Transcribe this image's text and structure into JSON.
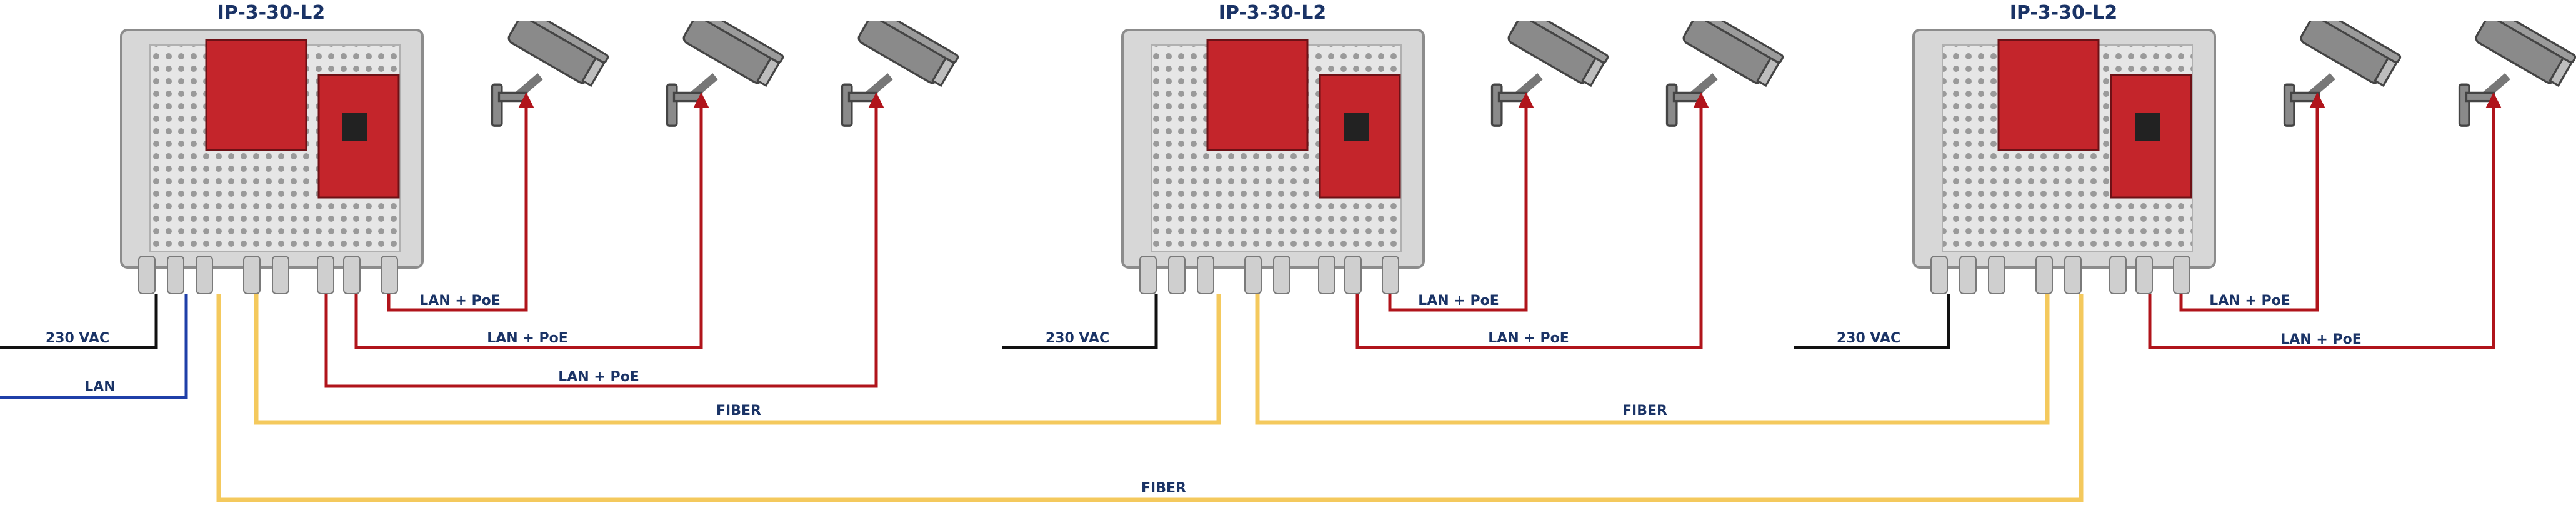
{
  "diagram": {
    "colors": {
      "power": "#111111",
      "lan": "#1f3fa8",
      "poe": "#b0141b",
      "fiber": "#f4c95d",
      "text": "#1a3366",
      "camera": "#8a8a8a",
      "enclosure": "#d7d7d7",
      "board": "#c4252b"
    },
    "units": [
      {
        "title": "IP-3-30-L2",
        "wires": [
          {
            "label": "230 VAC",
            "type": "power"
          },
          {
            "label": "LAN",
            "type": "lan"
          },
          {
            "label": "LAN + PoE",
            "type": "poe"
          },
          {
            "label": "LAN + PoE",
            "type": "poe"
          },
          {
            "label": "LAN + PoE",
            "type": "poe"
          }
        ],
        "cameras": [
          "camera-icon",
          "camera-icon",
          "camera-icon"
        ]
      },
      {
        "title": "IP-3-30-L2",
        "wires": [
          {
            "label": "230 VAC",
            "type": "power"
          },
          {
            "label": "LAN + PoE",
            "type": "poe"
          },
          {
            "label": "LAN + PoE",
            "type": "poe"
          }
        ],
        "cameras": [
          "camera-icon",
          "camera-icon"
        ]
      },
      {
        "title": "IP-3-30-L2",
        "wires": [
          {
            "label": "230 VAC",
            "type": "power"
          },
          {
            "label": "LAN + PoE",
            "type": "poe"
          },
          {
            "label": "LAN + PoE",
            "type": "poe"
          }
        ],
        "cameras": [
          "camera-icon",
          "camera-icon"
        ]
      }
    ],
    "fiber_links": [
      {
        "label": "FIBER",
        "from": 0,
        "to": 1
      },
      {
        "label": "FIBER",
        "from": 1,
        "to": 2
      },
      {
        "label": "FIBER",
        "from": 0,
        "to": 2
      }
    ]
  }
}
